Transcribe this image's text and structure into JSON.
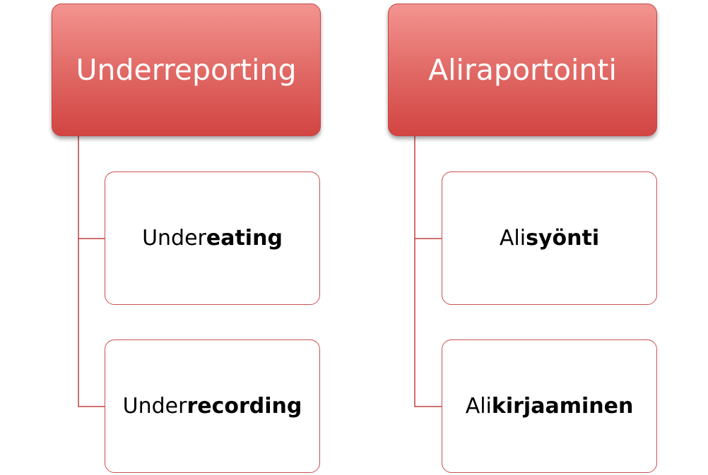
{
  "diagram": {
    "groups": [
      {
        "title": "Underreporting",
        "items": [
          {
            "plain": "Under",
            "bold": "eating"
          },
          {
            "plain": "Under",
            "bold": "recording"
          }
        ]
      },
      {
        "title": "Aliraportointi",
        "items": [
          {
            "plain": "Ali",
            "bold": "syönti"
          },
          {
            "plain": "Ali",
            "bold": "kirjaaminen"
          }
        ]
      }
    ]
  },
  "colors": {
    "header_fill": "#e06461",
    "border": "#c9504e",
    "connector": "#c2423f"
  }
}
